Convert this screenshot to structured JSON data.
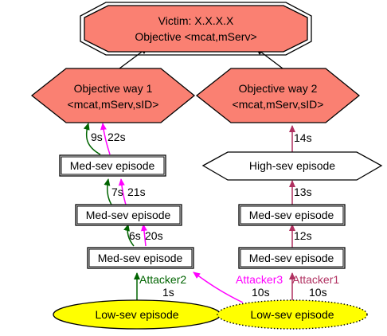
{
  "colors": {
    "objective_fill": "#fa8072",
    "low_sev_fill": "#ffff00",
    "high_sev_fill": "#ffffff",
    "med_sev_fill": "#ffffff",
    "green_edge": "#006400",
    "magenta_edge": "#ff00ff",
    "maroon_edge": "#b03060",
    "black": "#000000"
  },
  "nodes": {
    "victim": {
      "line1": "Victim: X.X.X.X",
      "line2": "Objective <mcat,mServ>"
    },
    "objective_way_1": {
      "line1": "Objective way 1",
      "line2": "<mcat,mServ,sID>"
    },
    "objective_way_2": {
      "line1": "Objective way 2",
      "line2": "<mcat,mServ,sID>"
    },
    "left_med_top": {
      "label": "Med-sev episode"
    },
    "left_med_mid": {
      "label": "Med-sev episode"
    },
    "left_med_bottom": {
      "label": "Med-sev episode"
    },
    "right_high": {
      "label": "High-sev episode"
    },
    "right_med_top": {
      "label": "Med-sev episode"
    },
    "right_med_bottom": {
      "label": "Med-sev episode"
    },
    "left_low": {
      "label": "Low-sev episode"
    },
    "right_low": {
      "label": "Low-sev episode"
    }
  },
  "edge_labels": {
    "left_green_top": "9s",
    "left_magenta_top": "22s",
    "left_green_mid": "7s",
    "left_magenta_mid": "21s",
    "left_green_low": "6s",
    "left_magenta_low": "20s",
    "attacker2_name": "Attacker2",
    "attacker2_time": "1s",
    "attacker3_name": "Attacker3",
    "attacker3_time": "10s",
    "attacker1_name": "Attacker1",
    "attacker1_time": "10s",
    "right_top": "14s",
    "right_mid": "13s",
    "right_low": "12s"
  }
}
